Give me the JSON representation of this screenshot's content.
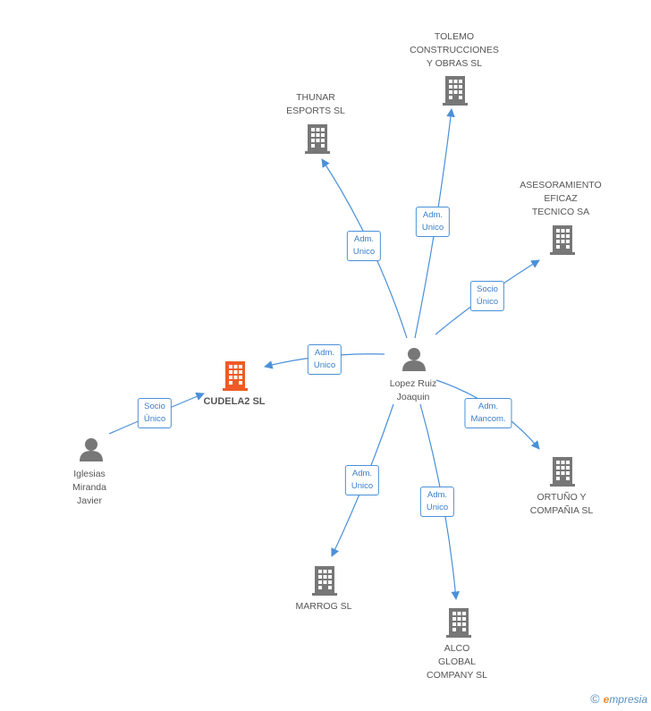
{
  "nodes": {
    "tolemo": {
      "label": [
        "TOLEMO",
        "CONSTRUCCIONES",
        "Y OBRAS SL"
      ],
      "type": "company"
    },
    "thunar": {
      "label": [
        "THUNAR",
        "ESPORTS SL"
      ],
      "type": "company"
    },
    "asesoramiento": {
      "label": [
        "ASESORAMIENTO",
        "EFICAZ",
        "TECNICO SA"
      ],
      "type": "company"
    },
    "cudela": {
      "label": [
        "CUDELA2 SL"
      ],
      "type": "company-focus"
    },
    "lopez": {
      "label": [
        "Lopez Ruiz",
        "Joaquin"
      ],
      "type": "person"
    },
    "iglesias": {
      "label": [
        "Iglesias",
        "Miranda",
        "Javier"
      ],
      "type": "person"
    },
    "ortuno": {
      "label": [
        "ORTUÑO Y",
        "COMPAÑIA SL"
      ],
      "type": "company"
    },
    "marrog": {
      "label": [
        "MARROG SL"
      ],
      "type": "company"
    },
    "alco": {
      "label": [
        "ALCO",
        "GLOBAL",
        "COMPANY SL"
      ],
      "type": "company"
    }
  },
  "edges": {
    "thunar": [
      "Adm.",
      "Unico"
    ],
    "tolemo": [
      "Adm.",
      "Unico"
    ],
    "asesoramiento": [
      "Socio",
      "Único"
    ],
    "cudela": [
      "Adm.",
      "Unico"
    ],
    "iglesias_cudela": [
      "Socio",
      "Único"
    ],
    "ortuno": [
      "Adm.",
      "Mancom."
    ],
    "marrog": [
      "Adm.",
      "Unico"
    ],
    "alco": [
      "Adm.",
      "Unico"
    ]
  },
  "colors": {
    "edge": "#4a90d9",
    "icon": "#777777",
    "focus": "#f05a28"
  },
  "brand": {
    "copyright": "©",
    "first": "e",
    "rest": "mpresia"
  }
}
